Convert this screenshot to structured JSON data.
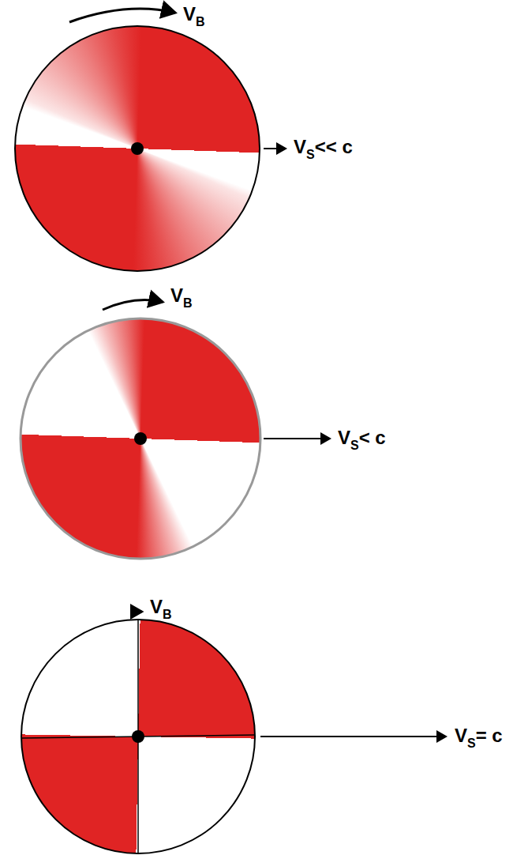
{
  "diagram": {
    "labels": [
      "VB",
      "VS<< c",
      "VB",
      "VS< c",
      "VB",
      "VS= c"
    ]
  }
}
